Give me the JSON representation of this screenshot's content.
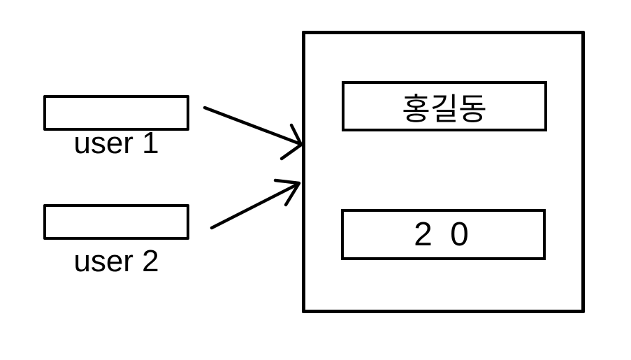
{
  "diagram": {
    "colors": {
      "stroke": "#000000",
      "background": "#ffffff"
    },
    "inputs": [
      {
        "label": "user 1"
      },
      {
        "label": "user 2"
      }
    ],
    "record": {
      "fields": [
        {
          "value": "홍길동"
        },
        {
          "value": "2 0"
        }
      ]
    }
  }
}
